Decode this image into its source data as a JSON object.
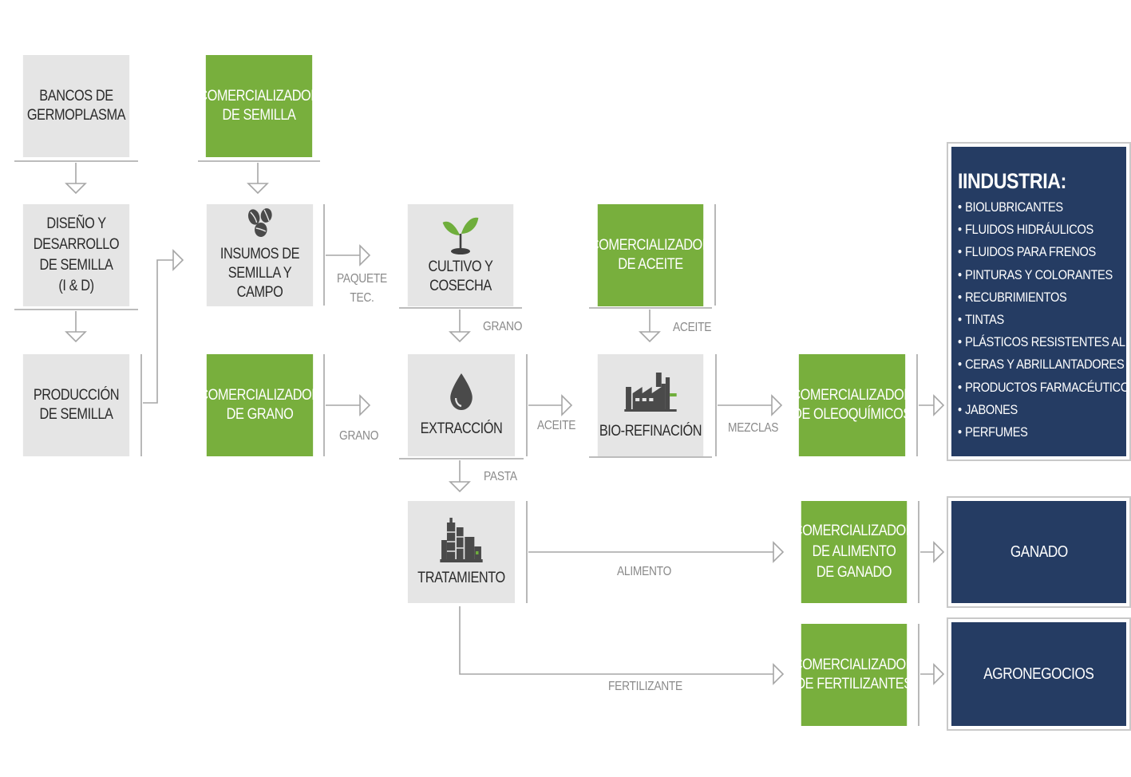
{
  "boxes": {
    "bancos": "BANCOS DE\nGERMOPLASMA",
    "comercializador_semilla": "COMERCIALIZADOR\nDE SEMILLA",
    "diseno": "DISEÑO Y\nDESARROLLO\nDE SEMILLA\n(I & D)",
    "insumos": "INSUMOS DE\nSEMILLA Y CAMPO",
    "cultivo": "CULTIVO Y\nCOSECHA",
    "comercializador_aceite": "COMERCIALIZADOR\nDE ACEITE",
    "produccion": "PRODUCCIÓN\nDE SEMILLA",
    "comercializador_grano": "COMERCIALIZADOR\nDE GRANO",
    "extraccion": "EXTRACCIÓN",
    "biorefinacion": "BIO-REFINACIÓN",
    "oleoquimicos": "COMERCIALIZADOR\nDE OLEOQUÍMICOS",
    "tratamiento": "TRATAMIENTO",
    "alimento_ganado": "COMERCIALIZADOR\nDE ALIMENTO\nDE GANADO",
    "fertilizantes": "COMERCIALIZADOR\nDE FERTILIZANTES"
  },
  "labels": {
    "paquete": "PAQUETE\nTEC.",
    "grano_cultivo": "GRANO",
    "aceite_top": "ACEITE",
    "grano_side": "GRANO",
    "aceite_mid": "ACEITE",
    "mezclas": "MEZCLAS",
    "pasta": "PASTA",
    "alimento": "ALIMENTO",
    "fertilizante": "FERTILIZANTE"
  },
  "industria": {
    "title": "IINDUSTRIA:",
    "items": [
      "BIOLUBRICANTES",
      "FLUIDOS HIDRÁULICOS",
      "FLUIDOS PARA FRENOS",
      "PINTURAS Y COLORANTES",
      "RECUBRIMIENTOS",
      "TINTAS",
      "PLÁSTICOS RESISTENTES AL FRÍO",
      "CERAS Y ABRILLANTADORES",
      "PRODUCTOS FARMACÉUTICOS",
      "JABONES",
      "PERFUMES"
    ]
  },
  "ganado": "GANADO",
  "agronegocios": "AGRONEGOCIOS",
  "colors": {
    "gray_box": "#e5e5e5",
    "green_box": "#78af3d",
    "navy_box": "#253c63",
    "connector": "#a6a6a6",
    "icon": "#4a4a4a"
  },
  "icons": [
    "coffee-beans-icon",
    "sprout-icon",
    "oil-drop-icon",
    "factory-icon",
    "refinery-icon"
  ]
}
